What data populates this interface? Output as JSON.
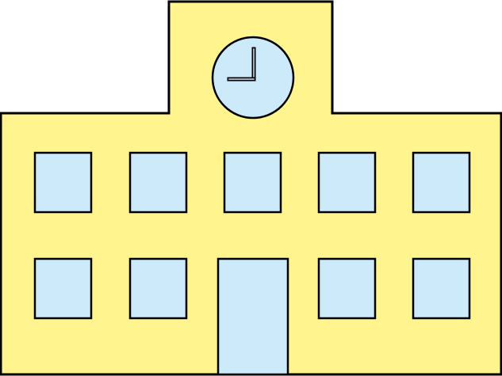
{
  "building": {
    "wall_color": "#fff48e",
    "glass_color": "#cdeafa",
    "outline_color": "#000000",
    "window_rows": 2,
    "windows_per_row": 5,
    "door_count": 1,
    "clock": {
      "hour": 9,
      "minute": 0
    }
  }
}
